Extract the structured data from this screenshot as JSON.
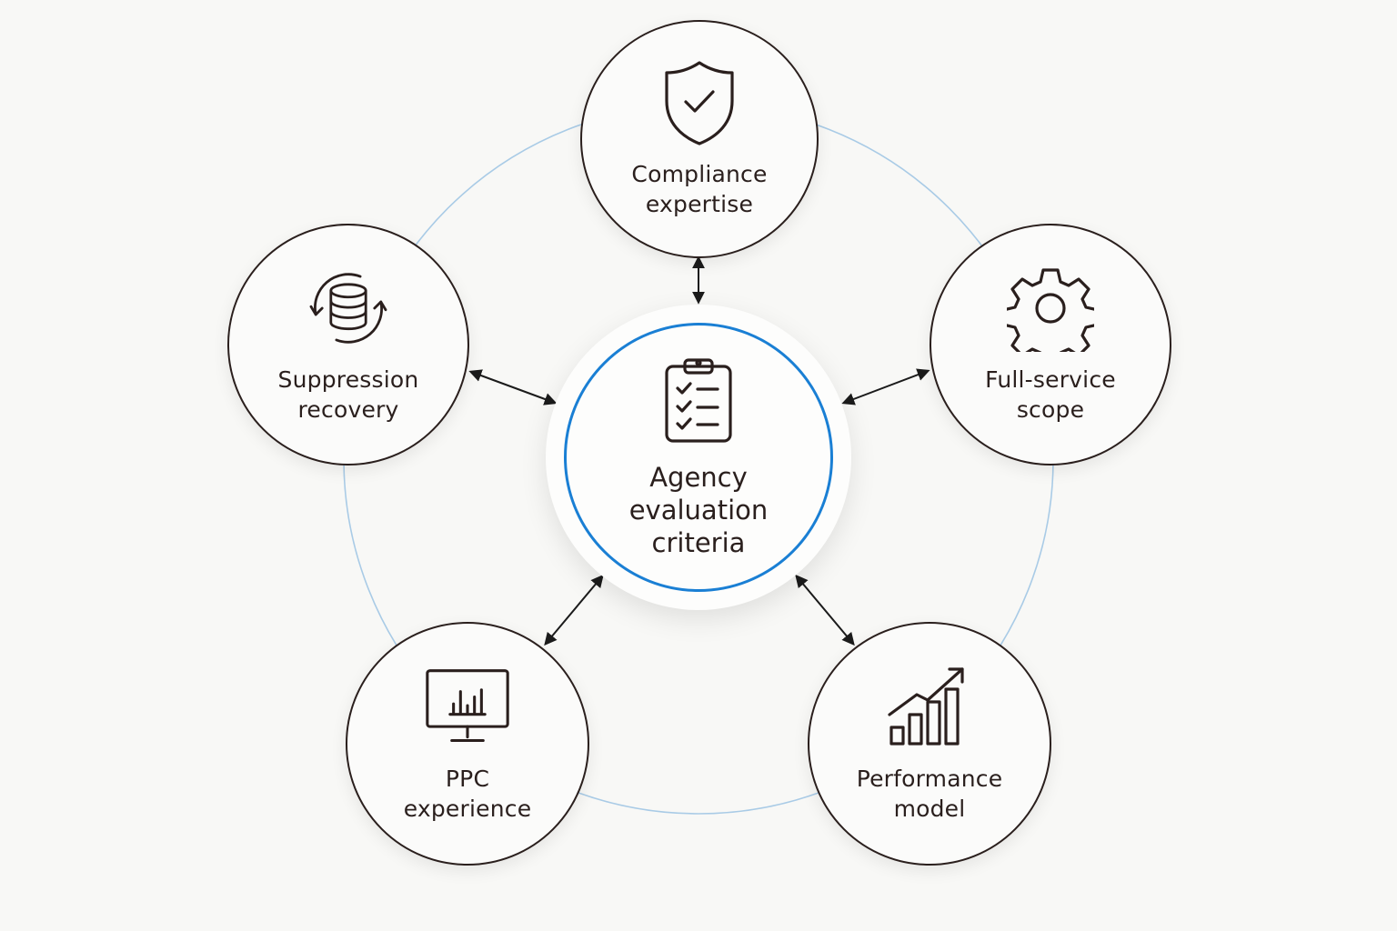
{
  "center": {
    "label": "Agency\nevaluation\ncriteria",
    "icon": "clipboard-checklist-icon"
  },
  "nodes": [
    {
      "id": "compliance",
      "label": "Compliance\nexpertise",
      "icon": "shield-check-icon"
    },
    {
      "id": "fullservice",
      "label": "Full-service\nscope",
      "icon": "gear-icon"
    },
    {
      "id": "performance",
      "label": "Performance\nmodel",
      "icon": "growth-chart-icon"
    },
    {
      "id": "ppc",
      "label": "PPC\nexperience",
      "icon": "monitor-chart-icon"
    },
    {
      "id": "suppression",
      "label": "Suppression\nrecovery",
      "icon": "database-sync-icon"
    }
  ],
  "colors": {
    "accent": "#1a7fd4",
    "ring": "#a9cbe6",
    "stroke": "#2a1f1d",
    "background": "#f8f8f6"
  }
}
